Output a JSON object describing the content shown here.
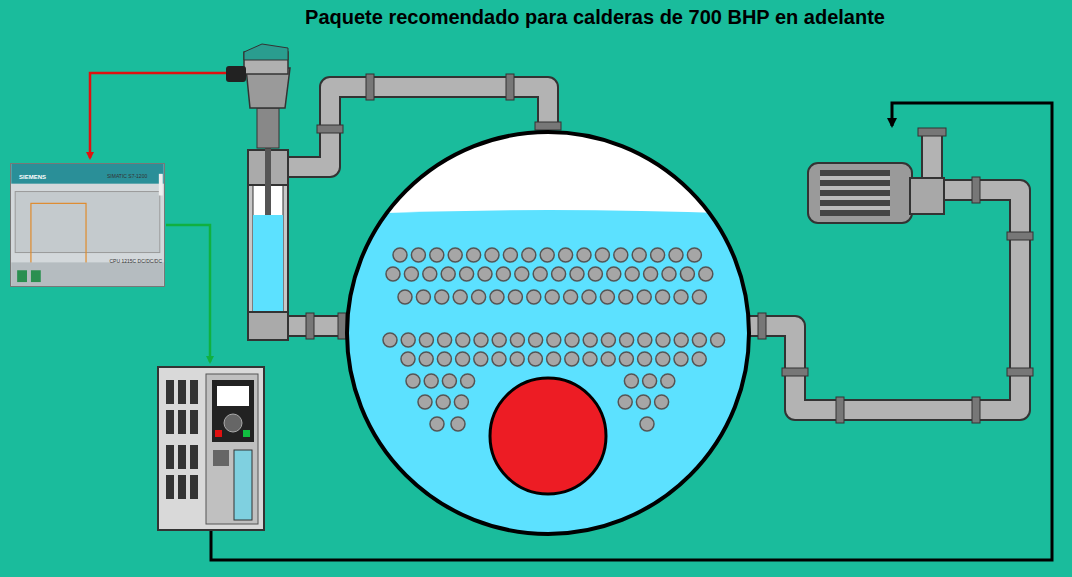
{
  "diagram": {
    "title": "Paquete recomendado para calderas de 700 BHP en adelante",
    "nodes": [
      {
        "text": [
          "SIEMENS",
          "SIMATIC S7-1200",
          "CPU 1215C DC/DC/DC"
        ]
      }
    ]
  }
}
